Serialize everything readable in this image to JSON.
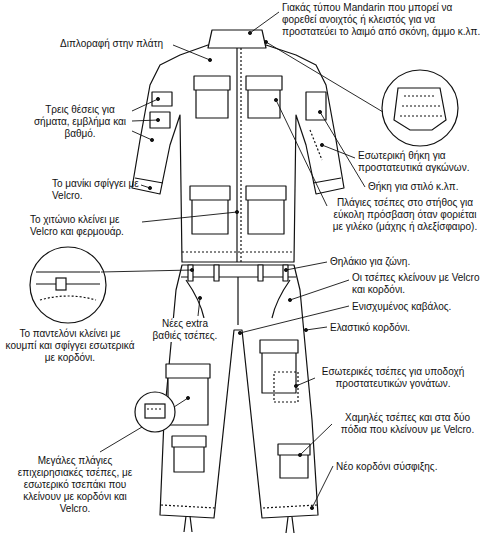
{
  "diagram": {
    "labels": [
      "Γιακάς τύπου Mandarin που μπορεί να φορεθεί ανοιχτός ή κλειστός για να προστατεύει το λαιμό από σκόνη, άμμο κ.λπ.",
      "Διπλοραφή στην πλάτη",
      "Τρεις θέσεις για σήματα, εμβλήμα και βαθμό.",
      "Το μανίκι σφίγγει με Velcro.",
      "Το χιτώνιο κλείνει με Velcro και φερμουάρ.",
      "Εσωτερική θήκη για προστατευτικά αγκώνων.",
      "Θήκη για στιλό κ.λπ.",
      "Πλάγιες τσέπες στο στήθος για εύκολη πρόσβαση όταν φοριέται με γιλέκο (μάχης ή αλεξίσφαιρο).",
      "Θηλάκιο για ζώνη.",
      "Οι τσέπες κλείνουν με Velcro και κορδόνι.",
      "Ενισχυμένος καβάλος.",
      "Το παντελόνι κλείνει με κουμπί και σφίγγει εσωτερικά με κορδόνι.",
      "Νέες extra βαθιές τσέπες.",
      "Ελαστικό κορδόνι.",
      "Εσωτερικές τσέπες για υποδοχή προστατευτικών γονάτων.",
      "Χαμηλές τσέπες και στα δύο πόδια που κλείνουν με Velcro.",
      "Μεγάλες πλάγιες επιχειρησιακές τσέπες, με εσωτερικό τσεπάκι που κλείνουν με κορδόνι και Velcro.",
      "Νέο κορδόνι σύσφιξης."
    ]
  }
}
